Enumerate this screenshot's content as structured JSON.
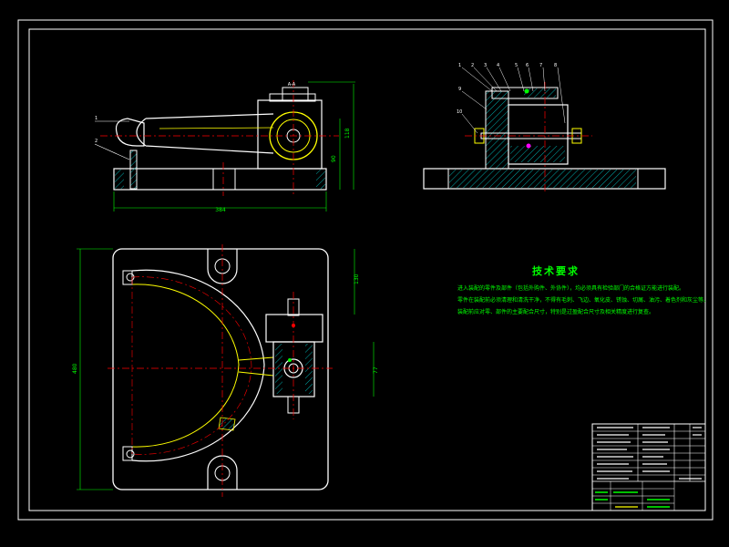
{
  "colors": {
    "background": "#000000",
    "outline": "#ffffff",
    "yellow": "#ffff00",
    "red": "#ff0000",
    "green": "#00ff00",
    "cyan": "#00c8c8",
    "magenta": "#ff00ff",
    "hatch": "#00aaaa"
  },
  "dimensions": {
    "front_width": "384",
    "front_height_total": "118",
    "front_height_inner": "90",
    "plan_height": "480",
    "plan_offset_a": "130",
    "plan_offset_b": "77"
  },
  "tech_requirements": {
    "title": "技术要求",
    "lines": [
      "进入装配的零件及部件（包括外购件、外协件），均必须具有检验部门的合格证方能进行装配。",
      "零件在装配前必须清理和清洗干净，不得有毛刺、飞边、氧化皮、锈蚀、切屑、油污、着色剂和灰尘等。",
      "装配前应对零、部件的主要配合尺寸，特别是过盈配合尺寸及相关精度进行复查。"
    ]
  },
  "balloons": {
    "side_view": [
      "1",
      "2",
      "3",
      "4",
      "5",
      "6",
      "7",
      "8",
      "9",
      "10"
    ],
    "front_view": [
      "1",
      "2"
    ]
  },
  "center_marks": {
    "top": "A-A"
  }
}
